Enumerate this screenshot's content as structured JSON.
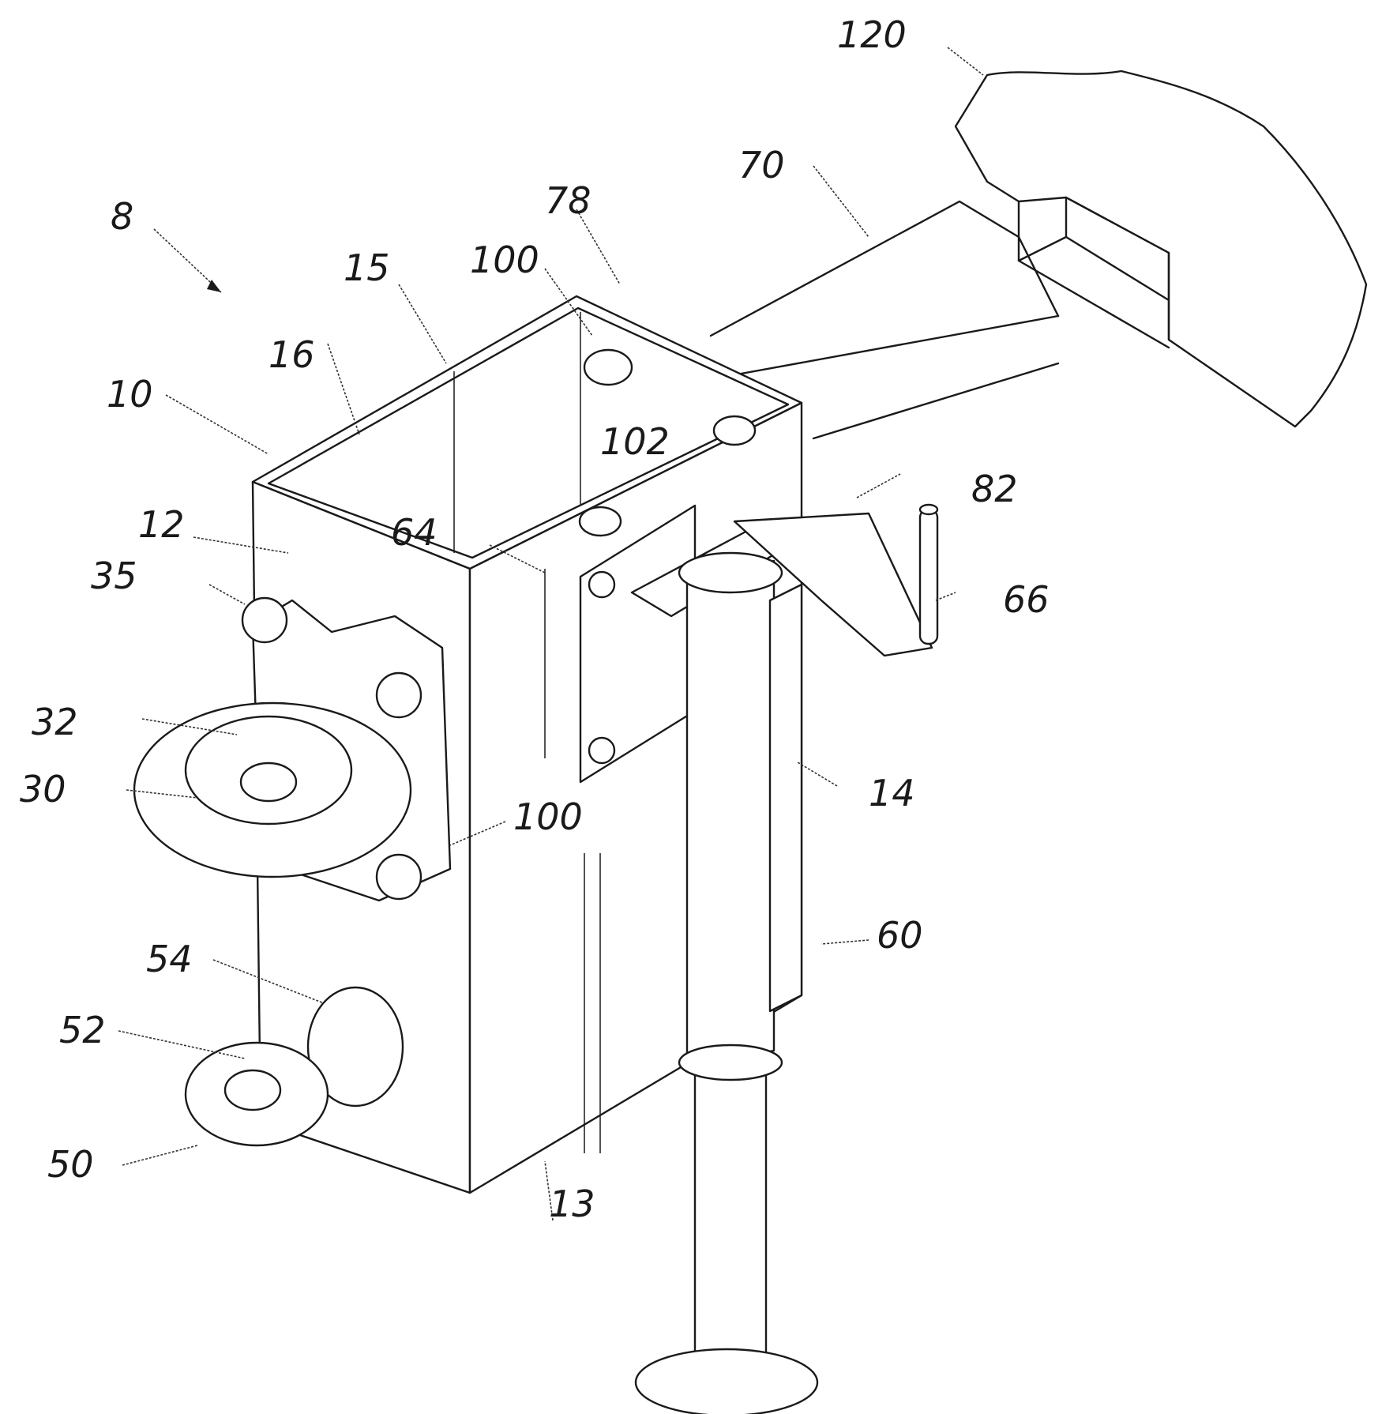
{
  "figure": {
    "callouts": {
      "assembly": "8",
      "housing": "10",
      "side_wall": "12",
      "bottom_edge": "13",
      "side_face": "14",
      "top_edge": "15",
      "interior": "16",
      "lunette_ring": "30",
      "ring_bore": "32",
      "ring_bolt": "35",
      "eye_bolt": "50",
      "eye_bore": "52",
      "eye_washer": "54",
      "jack": "60",
      "jack_top": "64",
      "handle": "66",
      "tongue": "70",
      "clamp_plate": "78",
      "bracket": "82",
      "bolt_upper": "100",
      "bolt_lower": "100",
      "inner_bolt": "102",
      "vehicle": "120"
    }
  }
}
